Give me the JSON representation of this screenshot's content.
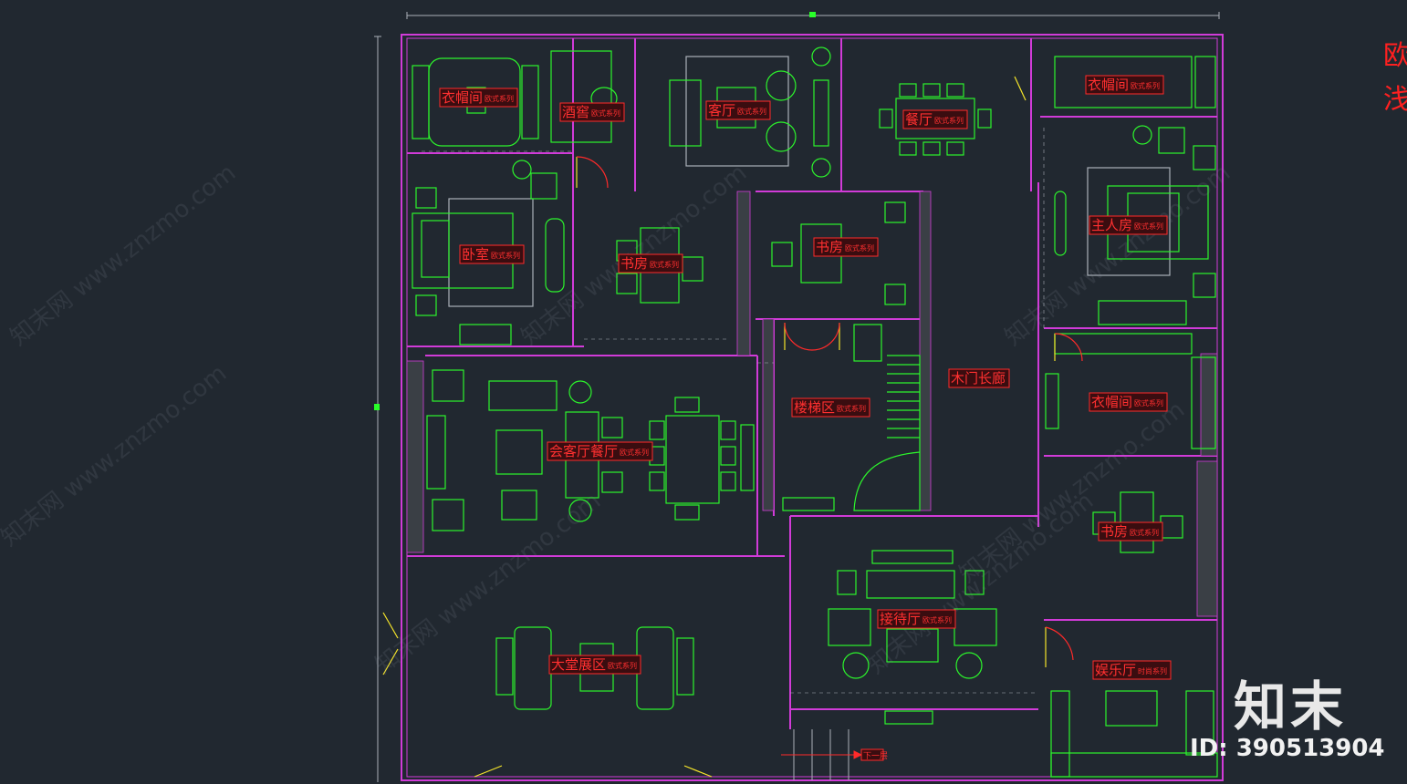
{
  "drawing": {
    "colors": {
      "background": "#212830",
      "wall_outline": "#d13bd8",
      "furniture": "#2cf52c",
      "label": "#ff2a2a",
      "dim_line": "#aab0b8"
    },
    "rooms": [
      {
        "id": "cloakroom-1",
        "name": "衣帽间",
        "sub": "欧式系列"
      },
      {
        "id": "wine-cellar",
        "name": "酒窖",
        "sub": "欧式系列"
      },
      {
        "id": "living-room",
        "name": "客厅",
        "sub": "欧式系列"
      },
      {
        "id": "dining-room",
        "name": "餐厅",
        "sub": "欧式系列"
      },
      {
        "id": "cloakroom-2",
        "name": "衣帽间",
        "sub": "欧式系列"
      },
      {
        "id": "bedroom",
        "name": "卧室",
        "sub": "欧式系列"
      },
      {
        "id": "study-1",
        "name": "书房",
        "sub": "欧式系列"
      },
      {
        "id": "study-2",
        "name": "书房",
        "sub": "欧式系列"
      },
      {
        "id": "master-bedroom",
        "name": "主人房",
        "sub": "欧式系列"
      },
      {
        "id": "corridor",
        "name": "木门长廊",
        "sub": ""
      },
      {
        "id": "stair-area",
        "name": "楼梯区",
        "sub": "欧式系列"
      },
      {
        "id": "cloakroom-3",
        "name": "衣帽间",
        "sub": "欧式系列"
      },
      {
        "id": "reception-dining",
        "name": "会客厅餐厅",
        "sub": "欧式系列"
      },
      {
        "id": "study-3",
        "name": "书房",
        "sub": "欧式系列"
      },
      {
        "id": "lobby",
        "name": "大堂展区",
        "sub": "欧式系列"
      },
      {
        "id": "reception-hall",
        "name": "接待厅",
        "sub": "欧式系列"
      },
      {
        "id": "entertainment",
        "name": "娱乐厅",
        "sub": "时尚系列"
      }
    ],
    "stair_note": "下一层",
    "watermark": "知末网 www.znzmo.com",
    "corner_title": "欧 浅"
  },
  "brand": {
    "logo_text": "知末",
    "id_text": "ID: 390513904"
  }
}
